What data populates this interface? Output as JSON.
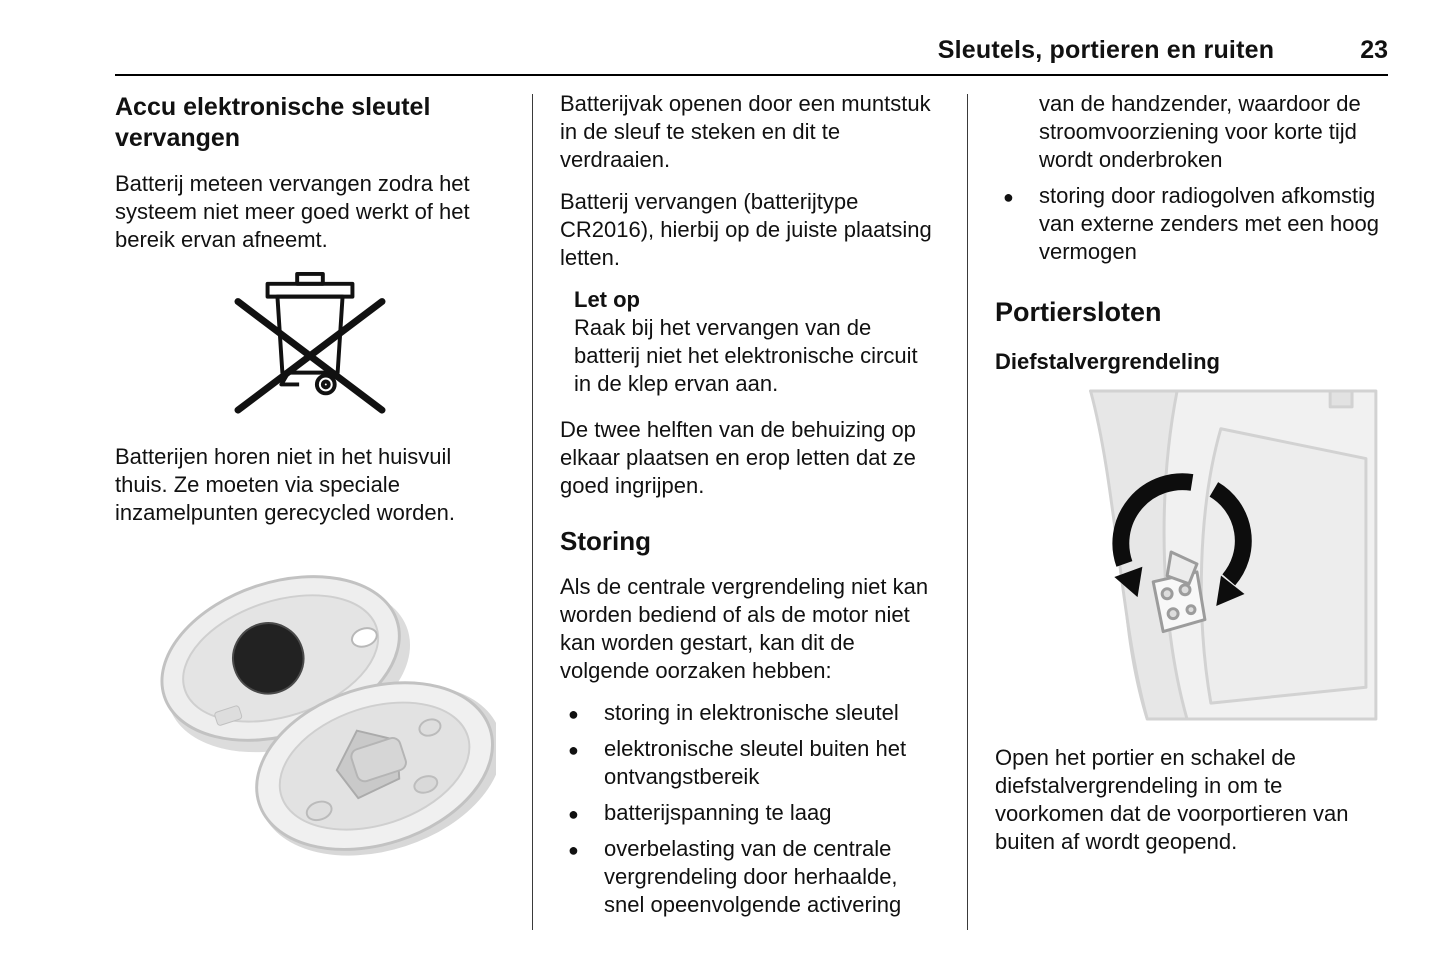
{
  "header": {
    "title": "Sleutels, portieren en ruiten",
    "page": "23"
  },
  "col1": {
    "heading": "Accu elektronische sleutel vervangen",
    "para1": "Batterij meteen vervangen zodra het systeem niet meer goed werkt of het bereik ervan afneemt.",
    "weee_icon": "crossed-out-wheeled-bin-symbol",
    "para2": "Batterijen horen niet in het huisvuil thuis. Ze moeten via speciale inzamelpunten gerecycled worden.",
    "photo": "key-fob-opened-battery-photo"
  },
  "col2": {
    "para1": "Batterijvak openen door een muntstuk in de sleuf te steken en dit te verdraaien.",
    "para2": "Batterij vervangen (batterijtype CR2016), hierbij op de juiste plaatsing letten.",
    "note_title": "Let op",
    "note_body": "Raak bij het vervangen van de batterij niet het elektronische circuit in de klep ervan aan.",
    "para3": "De twee helften van de behuizing op elkaar plaatsen en erop letten dat ze goed ingrijpen.",
    "heading": "Storing",
    "para4": "Als de centrale vergrendeling niet kan worden bediend of als de motor niet kan worden gestart, kan dit de volgende oorzaken hebben:",
    "bullets": [
      "storing in elektronische sleutel",
      "elektronische sleutel buiten het ontvangstbereik",
      "batterijspanning te laag",
      "overbelasting van de centrale vergrendeling door herhaalde, snel opeenvolgende activering"
    ]
  },
  "col3": {
    "continuation": "van de handzender, waardoor de stroomvoorziening voor korte tijd wordt onderbroken",
    "bullet": "storing door radiogolven afkomstig van externe zenders met een hoog vermogen",
    "heading": "Portiersloten",
    "subheading": "Diefstalvergrendeling",
    "figure": "door-lock-antitheft-illustration",
    "para": "Open het portier en schakel de diefstalvergrendeling in om te voorkomen dat de voorportieren van buiten af wordt geopend."
  }
}
